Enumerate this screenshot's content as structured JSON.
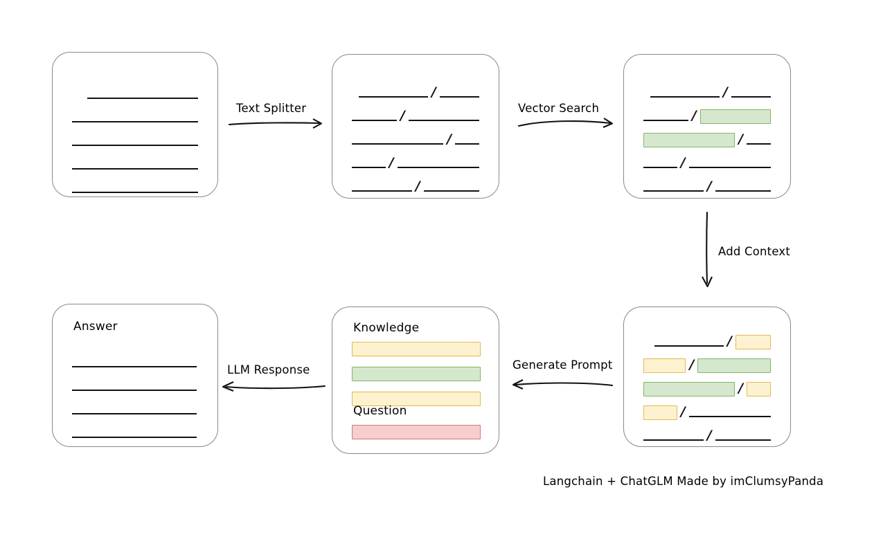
{
  "diagram": {
    "caption": "Langchain + ChatGLM Made by imClumsyPanda",
    "colors": {
      "card_border": "#888888",
      "line": "#111111",
      "highlight_green_fill": "#d5e8cd",
      "highlight_green_border": "#82b366",
      "highlight_yellow_fill": "#fdf2cf",
      "highlight_yellow_border": "#e3b850",
      "highlight_red_fill": "#f6cecd",
      "highlight_red_border": "#cd7a77"
    },
    "slash": "/",
    "arrows": [
      {
        "label": "Text Splitter",
        "direction": "right"
      },
      {
        "label": "Vector Search",
        "direction": "right"
      },
      {
        "label": "Add Context",
        "direction": "down"
      },
      {
        "label": "Generate Prompt",
        "direction": "left"
      },
      {
        "label": "LLM Response",
        "direction": "left"
      }
    ],
    "cards": {
      "source_document": {
        "title": "",
        "rows": [
          {
            "align": "right",
            "segments": [
              {
                "type": "line",
                "width": 160
              }
            ]
          },
          {
            "align": "left",
            "segments": [
              {
                "type": "line",
                "width": 183
              }
            ]
          },
          {
            "align": "left",
            "segments": [
              {
                "type": "line",
                "width": 183
              }
            ]
          },
          {
            "align": "left",
            "segments": [
              {
                "type": "line",
                "width": 183
              }
            ]
          },
          {
            "align": "left",
            "segments": [
              {
                "type": "line",
                "width": 183
              }
            ]
          }
        ]
      },
      "split_chunks": {
        "title": "",
        "rows": [
          {
            "align": "right",
            "segments": [
              {
                "type": "line",
                "width": 100
              },
              {
                "type": "slash"
              },
              {
                "type": "line",
                "width": 57
              }
            ]
          },
          {
            "align": "left",
            "segments": [
              {
                "type": "line",
                "width": 70
              },
              {
                "type": "slash"
              },
              {
                "type": "line",
                "width": 110
              }
            ]
          },
          {
            "align": "left",
            "segments": [
              {
                "type": "line",
                "width": 137
              },
              {
                "type": "slash"
              },
              {
                "type": "line",
                "width": 36
              }
            ]
          },
          {
            "align": "left",
            "segments": [
              {
                "type": "line",
                "width": 52
              },
              {
                "type": "slash"
              },
              {
                "type": "line",
                "width": 126
              }
            ]
          },
          {
            "align": "left",
            "segments": [
              {
                "type": "line",
                "width": 92
              },
              {
                "type": "slash"
              },
              {
                "type": "line",
                "width": 85
              }
            ]
          }
        ]
      },
      "vector_matches": {
        "title": "",
        "rows": [
          {
            "align": "right",
            "segments": [
              {
                "type": "line",
                "width": 100
              },
              {
                "type": "slash"
              },
              {
                "type": "line",
                "width": 57
              }
            ]
          },
          {
            "align": "left",
            "segments": [
              {
                "type": "line",
                "width": 70
              },
              {
                "type": "slash"
              },
              {
                "type": "box",
                "color": "green",
                "width": 110
              }
            ]
          },
          {
            "align": "left",
            "segments": [
              {
                "type": "box",
                "color": "green",
                "width": 137
              },
              {
                "type": "slash"
              },
              {
                "type": "line",
                "width": 36
              }
            ]
          },
          {
            "align": "left",
            "segments": [
              {
                "type": "line",
                "width": 52
              },
              {
                "type": "slash"
              },
              {
                "type": "line",
                "width": 126
              }
            ]
          },
          {
            "align": "left",
            "segments": [
              {
                "type": "line",
                "width": 92
              },
              {
                "type": "slash"
              },
              {
                "type": "line",
                "width": 85
              }
            ]
          }
        ]
      },
      "context_added": {
        "title": "",
        "rows": [
          {
            "align": "right",
            "segments": [
              {
                "type": "line",
                "width": 100
              },
              {
                "type": "slash"
              },
              {
                "type": "box",
                "color": "yellow",
                "width": 51
              }
            ]
          },
          {
            "align": "left",
            "segments": [
              {
                "type": "box",
                "color": "yellow",
                "width": 64
              },
              {
                "type": "slash"
              },
              {
                "type": "box",
                "color": "green",
                "width": 110
              }
            ]
          },
          {
            "align": "left",
            "segments": [
              {
                "type": "box",
                "color": "green",
                "width": 137
              },
              {
                "type": "slash"
              },
              {
                "type": "box",
                "color": "yellow",
                "width": 36
              }
            ]
          },
          {
            "align": "left",
            "segments": [
              {
                "type": "box",
                "color": "yellow",
                "width": 52
              },
              {
                "type": "slash"
              },
              {
                "type": "line",
                "width": 126
              }
            ]
          },
          {
            "align": "left",
            "segments": [
              {
                "type": "line",
                "width": 92
              },
              {
                "type": "slash"
              },
              {
                "type": "line",
                "width": 85
              }
            ]
          }
        ]
      },
      "prompt": {
        "knowledge_label": "Knowledge",
        "question_label": "Question",
        "knowledge_bars": [
          {
            "color": "yellow"
          },
          {
            "color": "green"
          },
          {
            "color": "yellow"
          }
        ],
        "question_bars": [
          {
            "color": "red"
          }
        ]
      },
      "answer": {
        "title": "Answer",
        "rows": [
          {
            "align": "left",
            "segments": [
              {
                "type": "line",
                "width": 180
              }
            ]
          },
          {
            "align": "left",
            "segments": [
              {
                "type": "line",
                "width": 180
              }
            ]
          },
          {
            "align": "left",
            "segments": [
              {
                "type": "line",
                "width": 180
              }
            ]
          },
          {
            "align": "left",
            "segments": [
              {
                "type": "line",
                "width": 180
              }
            ]
          }
        ]
      }
    }
  }
}
